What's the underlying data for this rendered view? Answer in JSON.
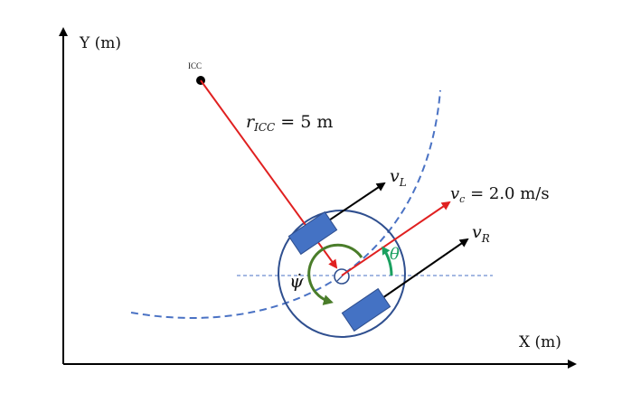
{
  "axes": {
    "y_label": "Y (m)",
    "x_label": "X (m)"
  },
  "icc": {
    "label": "ICC"
  },
  "labels": {
    "r_icc": {
      "symbol": "r",
      "subscript": "ICC",
      "rest": " = 5 m"
    },
    "v_c": {
      "symbol": "v",
      "subscript": "c",
      "rest": " = 2.0 m/s"
    },
    "v_l": {
      "symbol": "v",
      "subscript": "L"
    },
    "v_r": {
      "symbol": "v",
      "subscript": "R"
    },
    "theta": "θ",
    "psi_dot": "ψ̇"
  },
  "colors": {
    "axis": "#000000",
    "radius_line": "#e02020",
    "velocity_vector": "#e02020",
    "wheel_vector": "#000000",
    "robot_body": "#2f4f8f",
    "wheel_fill": "#4472c4",
    "trajectory": "#4a72c4",
    "theta_arc": "#1aa060",
    "psi_arc": "#4a7d2a"
  }
}
